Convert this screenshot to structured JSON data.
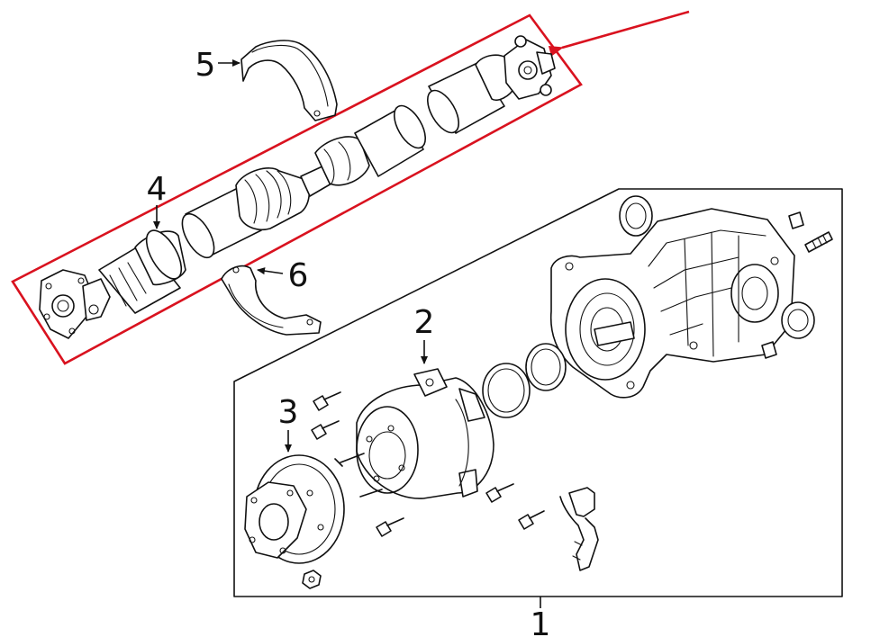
{
  "callouts": {
    "c1": "1",
    "c2": "2",
    "c3": "3",
    "c4": "4",
    "c5": "5",
    "c6": "6"
  },
  "colors": {
    "line": "#111111",
    "highlight": "#d9121f",
    "background": "#ffffff"
  }
}
